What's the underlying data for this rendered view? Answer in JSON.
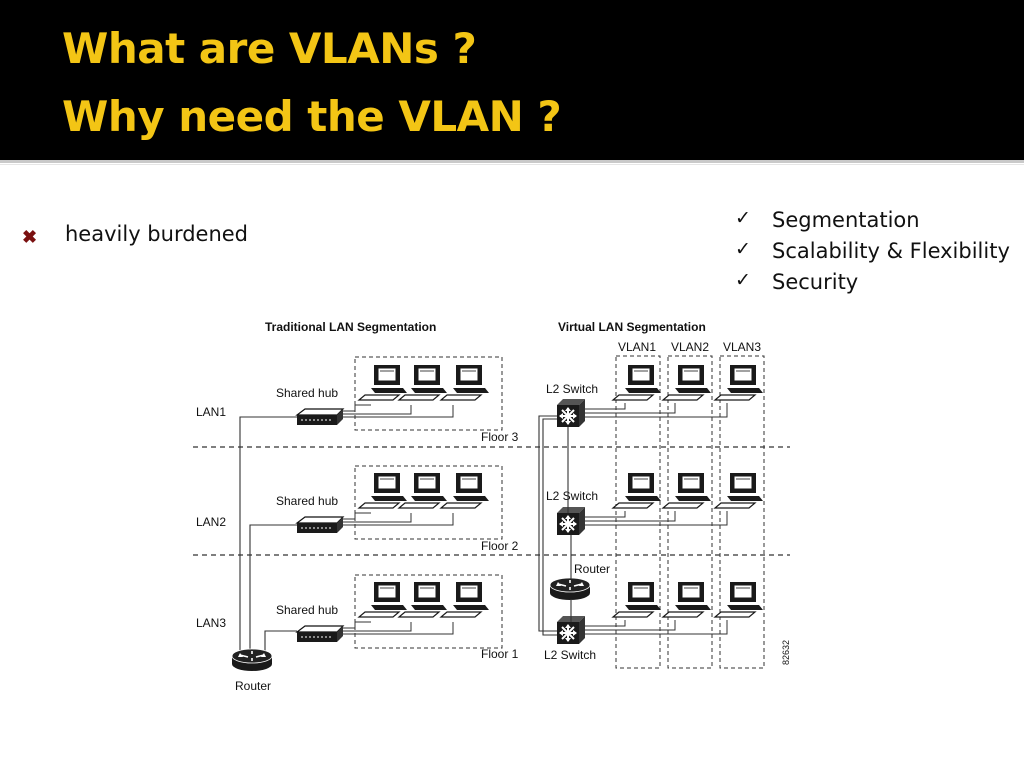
{
  "slide": {
    "title_line1": "What are VLANs ?",
    "title_line2": "Why need the VLAN ?",
    "title_color": "#f3c515"
  },
  "left_bullets": [
    {
      "icon": "x-mark-icon",
      "text": "heavily burdened"
    }
  ],
  "right_bullets": [
    {
      "icon": "check-icon",
      "text": "Segmentation"
    },
    {
      "icon": "check-icon",
      "text": "Scalability & Flexibility"
    },
    {
      "icon": "check-icon",
      "text": "Security"
    }
  ],
  "diagram": {
    "left_title": "Traditional LAN Segmentation",
    "right_title": "Virtual LAN Segmentation",
    "vlan_labels": [
      "VLAN1",
      "VLAN2",
      "VLAN3"
    ],
    "lan_labels": [
      "LAN1",
      "LAN2",
      "LAN3"
    ],
    "hub_label": "Shared hub",
    "floor_labels": [
      "Floor 3",
      "Floor 2",
      "Floor 1"
    ],
    "switch_label": "L2 Switch",
    "router_label": "Router",
    "figure_id": "82632"
  }
}
